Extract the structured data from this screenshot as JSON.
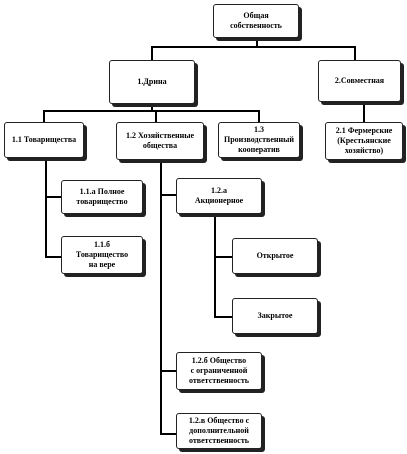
{
  "nodes": {
    "root": "Общая\nсобственность",
    "private": "1.Дрина",
    "joint": "2.Совместная",
    "partnerships": "1.1 Товарищества",
    "business_companies": "1.2 Хозяйственные\nобщества",
    "production_coop": "1.3\nПроизводственный\nкооператив",
    "farm": "2.1 Фермерские\n(Крестьянские\nхозяйство)",
    "full_partnership": "1.1.а Полное\nтоварищество",
    "limited_partnership": "1.1.б\nТоварищество\nна вере",
    "joint_stock": "1.2.а\nАкционерное",
    "open": "Открытое",
    "closed": "Закрытое",
    "llc": "1.2.б Общество\nс ограниченной\nответственность",
    "alc": "1.2.в Общество с\nдополнительной\nответственность"
  }
}
